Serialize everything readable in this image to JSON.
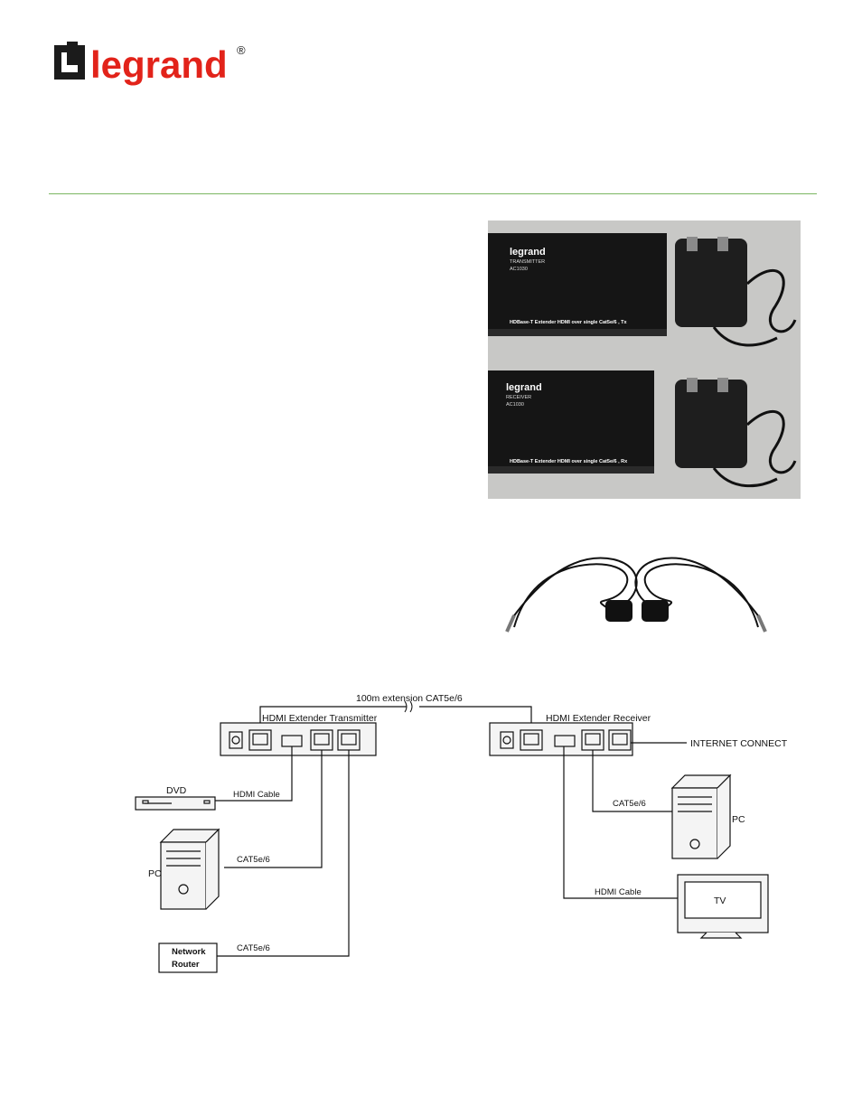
{
  "brand": {
    "logo_text": "legrand",
    "registered_mark": "®",
    "colors": {
      "brand_red": "#e2231a",
      "rule_green": "#7bb661",
      "box_black": "#1b1b1b"
    }
  },
  "photos": {
    "transmitter": {
      "brand": "legrand",
      "model_line1": "TRANSMITTER",
      "model_line2": "AC1030",
      "footer": "HDBase-T Extender  HDMI over single Cat5e/6 , Tx"
    },
    "receiver": {
      "brand": "legrand",
      "model_line1": "RECEIVER",
      "model_line2": "AC1030",
      "footer": "HDBase-T Extender  HDMI over single Cat5e/6 , Rx"
    }
  },
  "diagram": {
    "extension_label": "100m  extension  CAT5e/6",
    "transmitter_label": "HDMI Extender Transmitter",
    "receiver_label": "HDMI Extender Receiver",
    "internet_label": "INTERNET CONNECT",
    "dvd_label": "DVD",
    "hdmi_cable_tx": "HDMI Cable",
    "pc_tx_label": "PC",
    "cat_pc_tx": "CAT5e/6",
    "router_line1": "Network",
    "router_line2": "Router",
    "cat_router": "CAT5e/6",
    "cat_pc_rx": "CAT5e/6",
    "pc_rx_label": "PC",
    "hdmi_cable_rx": "HDMI Cable",
    "tv_label": "TV"
  }
}
